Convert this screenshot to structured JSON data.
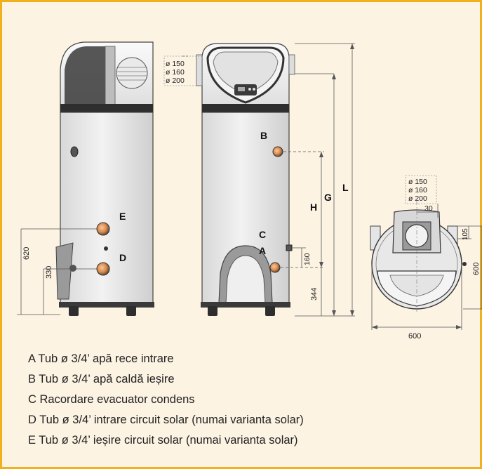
{
  "diagram": {
    "vent_diameters_middle": [
      "ø 150",
      "ø 160",
      "ø 200"
    ],
    "vent_diameters_right": [
      "ø 150",
      "ø 160",
      "ø 200"
    ],
    "side_view": {
      "label_e": "E",
      "label_d": "D",
      "dim_620": "620",
      "dim_330": "330"
    },
    "front_view": {
      "label_b": "B",
      "label_c": "C",
      "label_a": "A",
      "dim_l": "L",
      "dim_g": "G",
      "dim_h": "H",
      "dim_160": "160",
      "dim_344": "344"
    },
    "top_view": {
      "dim_30": "30",
      "dim_105": "105",
      "dim_600_side": "600",
      "dim_600_bottom": "600"
    }
  },
  "legend": [
    "A Tub ø 3/4’ apă rece intrare",
    "B Tub ø 3/4’ apă caldă ieșire",
    "C Racordare evacuator condens",
    "D Tub ø 3/4’ intrare circuit solar (numai varianta solar)",
    "E Tub ø 3/4’ ieșire circuit solar (numai varianta solar)"
  ],
  "colors": {
    "frame_border": "#f2b01e",
    "background": "#fcf3e3",
    "tank_body": "#e9e9e9",
    "line": "#444444"
  }
}
